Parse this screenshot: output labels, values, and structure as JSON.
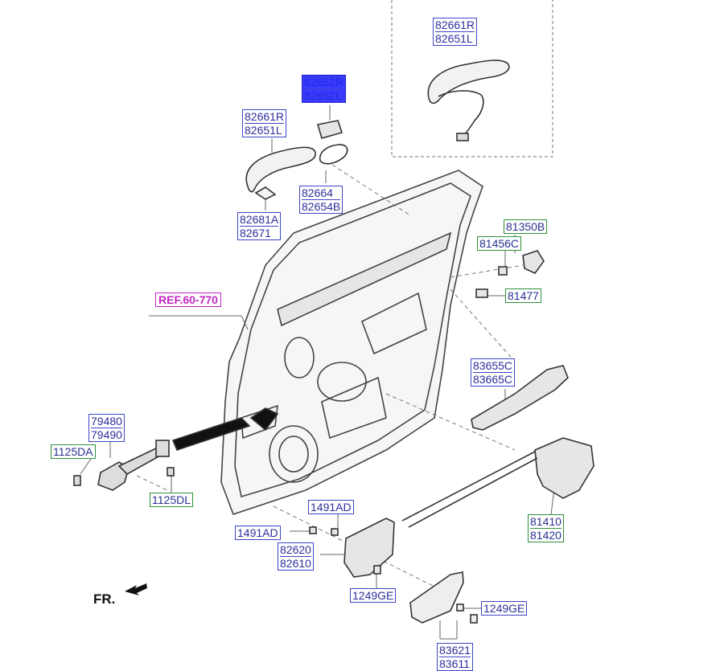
{
  "labels": {
    "top_right_r": "82661R",
    "top_right_l": "82651L",
    "selected_r": "82652R",
    "selected_l": "82652L",
    "handle_r": "82661R",
    "handle_l": "82651L",
    "gasket_a": "82664",
    "gasket_b": "82654B",
    "cover_a": "82681A",
    "cover_b": "82671",
    "striker_b": "81350B",
    "striker_c": "81456C",
    "bolt": "81477",
    "ref": "REF.60-770",
    "inner_handle_c1": "83655C",
    "inner_handle_c2": "83665C",
    "checker_a": "79480",
    "checker_b": "79490",
    "bolt_da": "1125DA",
    "bolt_dl": "1125DL",
    "screw_top": "1491AD",
    "screw_left": "1491AD",
    "latch_a": "82620",
    "latch_b": "82610",
    "lock_a": "81410",
    "lock_b": "81420",
    "screw_ge_left": "1249GE",
    "screw_ge_right": "1249GE",
    "bezel_a": "83621",
    "bezel_b": "83611",
    "front": "FR."
  },
  "colors": {
    "blue_box": "#3c46c8",
    "green_box": "#2f8f3a",
    "selected": "#3b3bff",
    "ref": "#c225c2",
    "line": "#555555"
  }
}
